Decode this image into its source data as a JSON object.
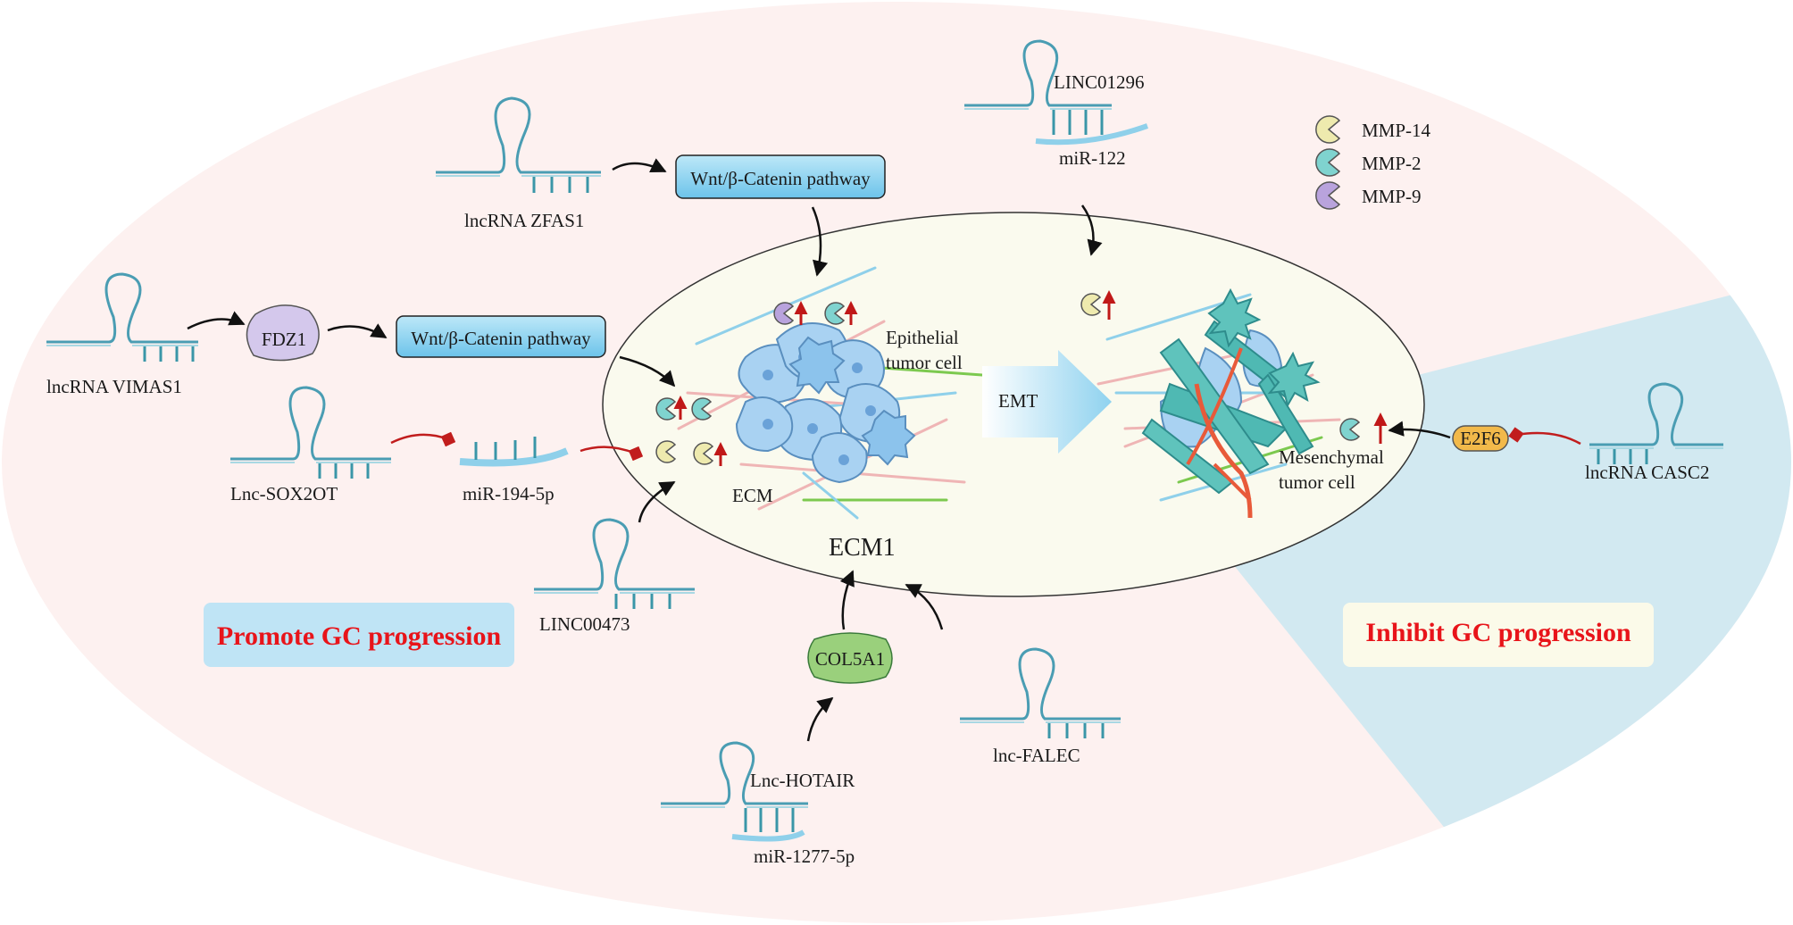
{
  "labels": {
    "lnc_zfas1": "lncRNA ZFAS1",
    "wnt_top": "Wnt/β-Catenin pathway",
    "linc01296": "LINC01296",
    "mir122": "miR-122",
    "lnc_vimas1": "lncRNA VIMAS1",
    "fdz1": "FDZ1",
    "wnt_mid": "Wnt/β-Catenin pathway",
    "lnc_sox2ot": "Lnc-SOX2OT",
    "mir194": "miR-194-5p",
    "linc00473": "LINC00473",
    "col5a1": "COL5A1",
    "lnc_hotair": "Lnc-HOTAIR",
    "mir1277": "miR-1277-5p",
    "lnc_falec": "lnc-FALEC",
    "e2f6": "E2F6",
    "lnc_casc2": "lncRNA CASC2",
    "ecm": "ECM",
    "ecm1": "ECM1",
    "emt": "EMT",
    "epi_1": "Epithelial",
    "epi_2": "tumor cell",
    "mes_1": "Mesenchymal",
    "mes_2": "tumor cell"
  },
  "legend": [
    {
      "label": "MMP-14",
      "color": "#eeeaae"
    },
    {
      "label": "MMP-2",
      "color": "#7fd3cf"
    },
    {
      "label": "MMP-9",
      "color": "#b9a3dd"
    }
  ],
  "badges": {
    "promote": "Promote GC progression",
    "inhibit": "Inhibit GC progression"
  },
  "colors": {
    "outer_bg": "#fdf1f0",
    "inhibit_bg": "#d2e9f1",
    "cell_fill": "#fafaee",
    "pathway_box": "#86cfee",
    "badge_text": "#e8141a",
    "arrow_black": "#111111",
    "inhibit_red": "#c11d1d",
    "up_arrow": "#c01818"
  }
}
